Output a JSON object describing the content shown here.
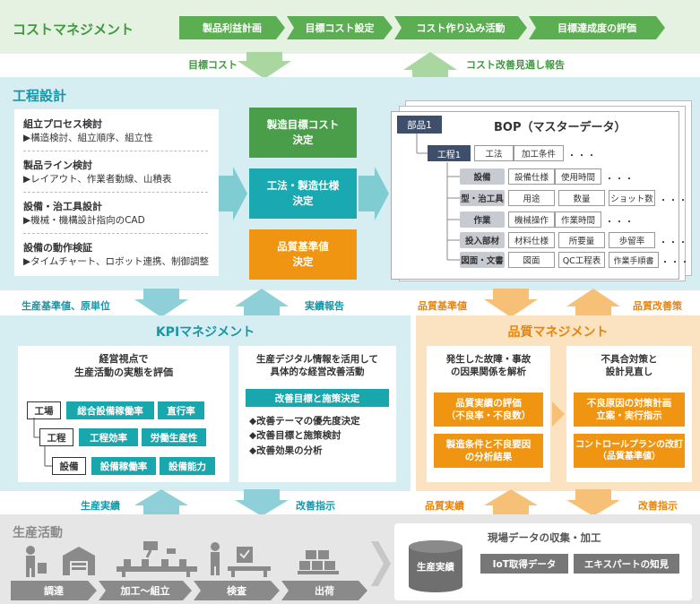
{
  "cost_mgmt": {
    "title": "コストマネジメント",
    "steps": [
      "製品利益計画",
      "目標コスト設定",
      "コスト作り込み活動",
      "目標達成度の評価"
    ],
    "down_label": "目標コスト",
    "up_label": "コスト改善見通し報告"
  },
  "process_design": {
    "title": "工程設計",
    "items": [
      {
        "head": "組立プロセス検討",
        "sub": "▶構造検討、組立順序、組立性"
      },
      {
        "head": "製品ライン検討",
        "sub": "▶レイアウト、作業者動線、山積表"
      },
      {
        "head": "設備・治工具設計",
        "sub": "▶機械・機構設計指向のCAD"
      },
      {
        "head": "設備の動作検証",
        "sub": "▶タイムチャート、ロボット連携、制御調整"
      }
    ],
    "decisions": [
      {
        "line1": "製造目標コスト",
        "line2": "決定",
        "color": "#4a9e4a"
      },
      {
        "line1": "工法・製造仕様",
        "line2": "決定",
        "color": "#1aa9b0"
      },
      {
        "line1": "品質基準値",
        "line2": "決定",
        "color": "#ef9511"
      }
    ],
    "bop": {
      "part_tag": "部品1",
      "title": "BOP（マスターデータ）",
      "process_tag": "工程1",
      "process_cells": [
        "工法",
        "加工条件"
      ],
      "rows": [
        {
          "label": "設備",
          "cells": [
            "設備仕様",
            "使用時間"
          ]
        },
        {
          "label": "型・治工具",
          "cells": [
            "用途",
            "数量",
            "ショット数"
          ]
        },
        {
          "label": "作業",
          "cells": [
            "機械操作",
            "作業時間"
          ]
        },
        {
          "label": "投入部材",
          "cells": [
            "材料仕様",
            "所要量",
            "歩留率"
          ]
        },
        {
          "label": "図面・文書",
          "cells": [
            "図面",
            "QC工程表",
            "作業手順書"
          ]
        }
      ],
      "ellipsis": "・・・"
    }
  },
  "mid_labels": {
    "left_down": "生産基準値、原単位",
    "left_up": "実績報告",
    "right_down": "品質基準値",
    "right_up": "品質改善策"
  },
  "kpi": {
    "title": "KPIマネジメント",
    "left_heading1": "経営視点で",
    "left_heading2": "生産活動の実態を評価",
    "levels": [
      {
        "label": "工場",
        "tags": [
          "総合設備稼働率",
          "直行率"
        ]
      },
      {
        "label": "工程",
        "tags": [
          "工程効率",
          "労働生産性"
        ]
      },
      {
        "label": "設備",
        "tags": [
          "設備稼働率",
          "設備能力"
        ]
      }
    ],
    "right_heading1": "生産デジタル情報を活用して",
    "right_heading2": "具体的な経営改善活動",
    "right_bar": "改善目標と施策決定",
    "bullets": [
      "◆改善テーマの優先度決定",
      "◆改善目標と施策検討",
      "◆改善効果の分析"
    ]
  },
  "quality": {
    "title": "品質マネジメント",
    "left_heading1": "発生した故障・事故",
    "left_heading2": "の因果関係を解析",
    "left_boxes": [
      {
        "line1": "品質実績の評価",
        "line2": "（不良率・不良数）"
      },
      {
        "line1": "製造条件と不良要因",
        "line2": "の分析結果"
      }
    ],
    "right_heading1": "不具合対策と",
    "right_heading2": "設計見直し",
    "right_boxes": [
      {
        "line1": "不良原因の対策計画",
        "line2": "立案・実行指示"
      },
      {
        "line1": "コントロールプランの改訂",
        "line2": "（品質基準値）"
      }
    ]
  },
  "bottom_labels": {
    "left_up": "生産実績",
    "left_down": "改善指示",
    "right_up": "品質実績",
    "right_down": "改善指示"
  },
  "production": {
    "title": "生産活動",
    "steps": [
      "調達",
      "加工〜組立",
      "検査",
      "出荷"
    ],
    "collect_title": "現場データの収集・加工",
    "sources": [
      "生産実績",
      "IoT取得データ",
      "エキスパートの知見"
    ]
  },
  "colors": {
    "green_band": "#e6f2e1",
    "green_chev": "#5cae52",
    "teal_band": "#d6eef1",
    "teal_title": "#1796a6",
    "orange_band": "#fbe3c2",
    "orange_title": "#e6850e",
    "gray_band": "#e6e6e6"
  }
}
